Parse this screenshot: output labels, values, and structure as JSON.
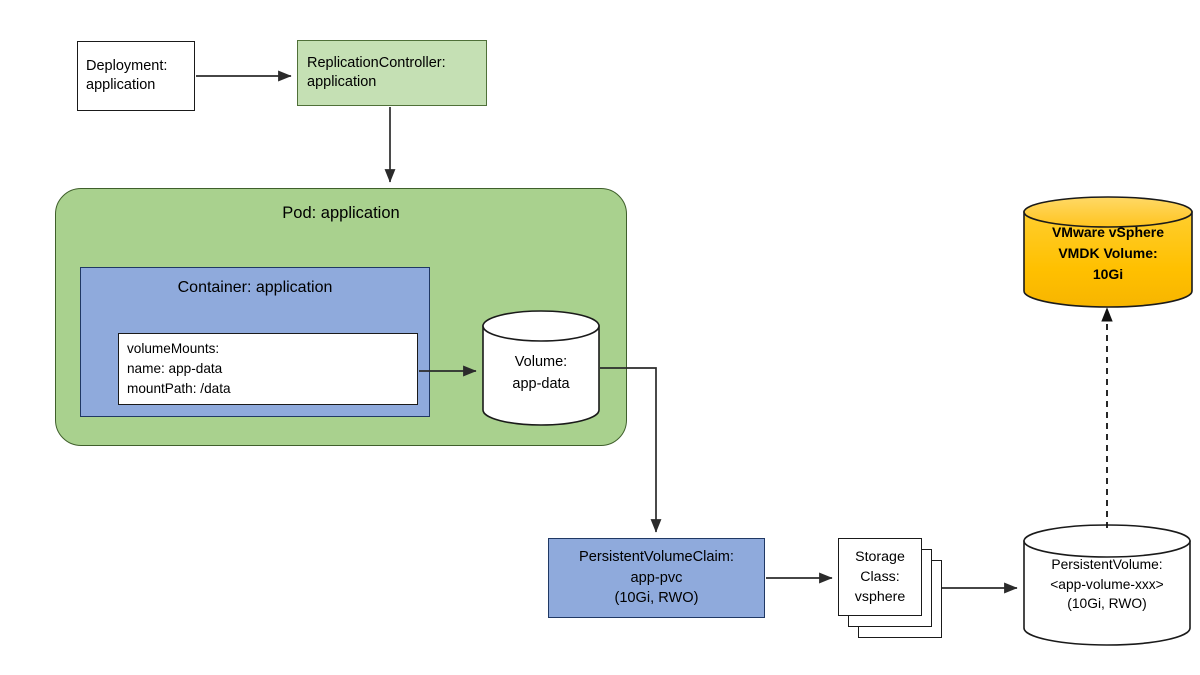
{
  "diagram": {
    "title": "Kubernetes vSphere persistent storage flow",
    "colors": {
      "replication_controller_fill": "#C5E0B4",
      "pod_fill": "#A9D18E",
      "container_fill": "#8FAADC",
      "pvc_fill": "#8FAADC",
      "vmdk_fill": "#FFC000",
      "vmdk_top_fill": "#FFD966",
      "white_fill": "#FFFFFF",
      "line_color": "#2B2B2B"
    }
  },
  "nodes": {
    "deployment": {
      "label": "Deployment:\napplication",
      "kind": "rectangle"
    },
    "replication_controller": {
      "label": "ReplicationController:\napplication",
      "kind": "rectangle"
    },
    "pod": {
      "label": "Pod: application",
      "kind": "rounded-rectangle"
    },
    "container": {
      "label": "Container: application",
      "kind": "rectangle"
    },
    "volume_mounts": {
      "label": "volumeMounts:\n name: app-data\n mountPath: /data",
      "kind": "rectangle"
    },
    "volume": {
      "label": "Volume:\napp-data",
      "kind": "cylinder"
    },
    "persistent_volume_claim": {
      "label": "PersistentVolumeClaim:\napp-pvc\n(10Gi, RWO)",
      "kind": "rectangle"
    },
    "storage_class": {
      "label": "Storage\nClass:\nvsphere",
      "kind": "stacked-rectangle",
      "stack_count": 3
    },
    "persistent_volume": {
      "label": "PersistentVolume:\n<app-volume-xxx>\n(10Gi, RWO)",
      "kind": "cylinder"
    },
    "vmdk_volume": {
      "label": "VMware vSphere\nVMDK Volume:\n10Gi",
      "kind": "cylinder"
    }
  },
  "edges": [
    {
      "from": "deployment",
      "to": "replication_controller",
      "style": "solid",
      "arrow": "end"
    },
    {
      "from": "replication_controller",
      "to": "pod",
      "style": "solid",
      "arrow": "end"
    },
    {
      "from": "volume_mounts",
      "to": "volume",
      "style": "solid",
      "arrow": "end"
    },
    {
      "from": "volume",
      "to": "persistent_volume_claim",
      "style": "solid",
      "arrow": "end"
    },
    {
      "from": "persistent_volume_claim",
      "to": "storage_class",
      "style": "solid",
      "arrow": "end"
    },
    {
      "from": "storage_class",
      "to": "persistent_volume",
      "style": "solid",
      "arrow": "end"
    },
    {
      "from": "persistent_volume",
      "to": "vmdk_volume",
      "style": "dashed",
      "arrow": "end"
    }
  ]
}
